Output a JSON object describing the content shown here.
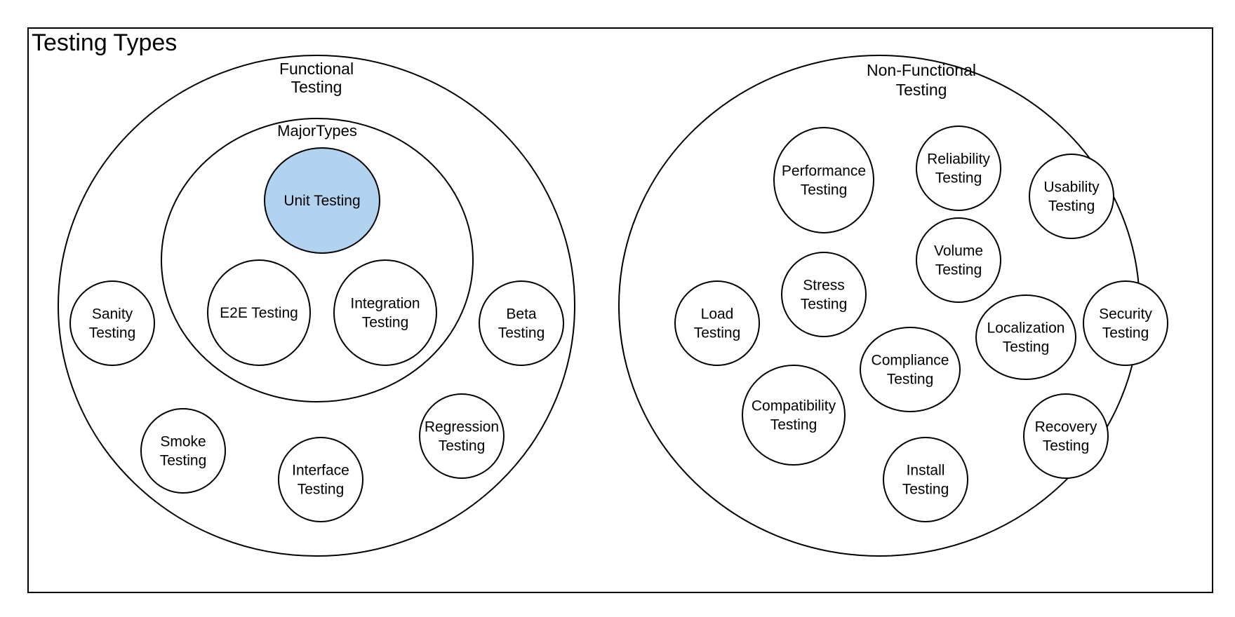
{
  "diagram": {
    "title": "Testing Types",
    "colors": {
      "stroke": "#000000",
      "fill": "#ffffff",
      "highlight": "#b1d3ef"
    },
    "functional": {
      "label": "Functional Testing",
      "major_types": {
        "label": "MajorTypes",
        "items": [
          {
            "id": "unit-testing",
            "label": "Unit Testing",
            "highlighted": true
          },
          {
            "id": "e2e-testing",
            "label": "E2E Testing",
            "highlighted": false
          },
          {
            "id": "integration-testing",
            "label": "Integration Testing",
            "highlighted": false
          }
        ]
      },
      "items": [
        {
          "id": "sanity-testing",
          "label": "Sanity Testing"
        },
        {
          "id": "beta-testing",
          "label": "Beta Testing"
        },
        {
          "id": "smoke-testing",
          "label": "Smoke Testing"
        },
        {
          "id": "interface-testing",
          "label": "Interface Testing"
        },
        {
          "id": "regression-testing",
          "label": "Regression Testing"
        }
      ]
    },
    "non_functional": {
      "label": "Non-Functional Testing",
      "items": [
        {
          "id": "performance-testing",
          "label": "Performance Testing"
        },
        {
          "id": "reliability-testing",
          "label": "Reliability Testing"
        },
        {
          "id": "usability-testing",
          "label": "Usability Testing"
        },
        {
          "id": "volume-testing",
          "label": "Volume Testing"
        },
        {
          "id": "stress-testing",
          "label": "Stress Testing"
        },
        {
          "id": "load-testing",
          "label": "Load Testing"
        },
        {
          "id": "localization-testing",
          "label": "Localization Testing"
        },
        {
          "id": "security-testing",
          "label": "Security Testing"
        },
        {
          "id": "compliance-testing",
          "label": "Compliance Testing"
        },
        {
          "id": "compatibility-testing",
          "label": "Compatibility Testing"
        },
        {
          "id": "recovery-testing",
          "label": "Recovery Testing"
        },
        {
          "id": "install-testing",
          "label": "Install Testing"
        }
      ]
    }
  }
}
